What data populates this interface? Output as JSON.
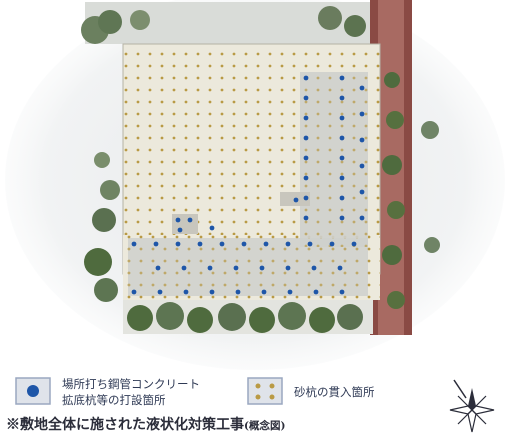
{
  "legend": {
    "pile_label_line1": "場所打ち鋼管コンクリート",
    "pile_label_line2": "拡底杭等の打設箇所",
    "sand_label": "砂杭の貫入箇所"
  },
  "caption": {
    "main": "※敷地全体に施された液状化対策工事",
    "note": "(概念図)"
  },
  "colors": {
    "pile_dot": "#1e56a8",
    "sand_dot": "#b99a45",
    "site_fill": "#ece9dc",
    "building_fill": "#cfd0cc",
    "road_red": "#8a4a44",
    "tree_green": "#4f6b3e"
  },
  "icons": {
    "compass": "compass-rose-icon",
    "tree": "tree-icon"
  }
}
